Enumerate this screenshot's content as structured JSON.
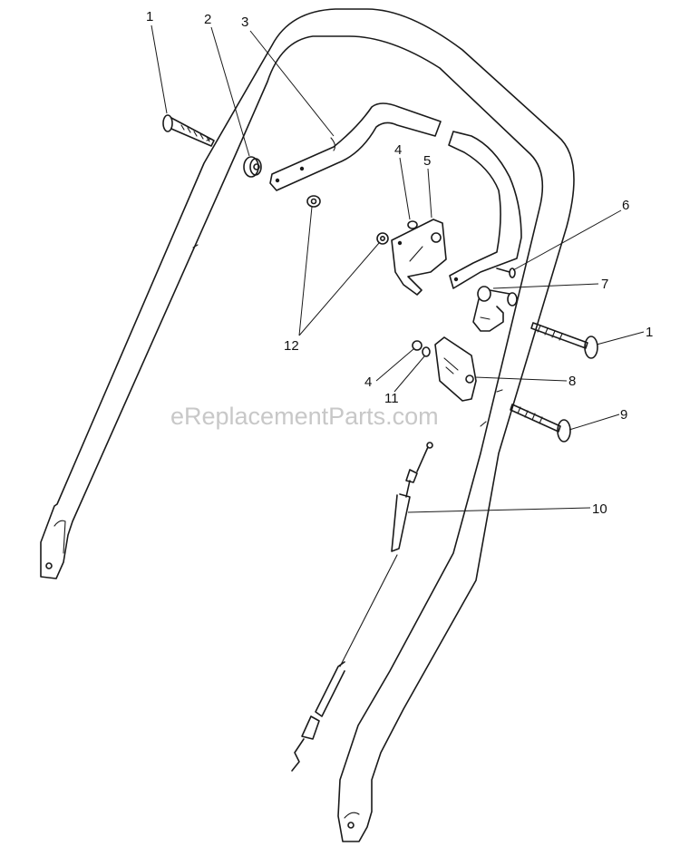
{
  "diagram": {
    "watermark": "eReplacementParts.com",
    "callouts": [
      {
        "id": "c1a",
        "label": "1"
      },
      {
        "id": "c2",
        "label": "2"
      },
      {
        "id": "c3",
        "label": "3"
      },
      {
        "id": "c4a",
        "label": "4"
      },
      {
        "id": "c5",
        "label": "5"
      },
      {
        "id": "c6",
        "label": "6"
      },
      {
        "id": "c7",
        "label": "7"
      },
      {
        "id": "c1b",
        "label": "1"
      },
      {
        "id": "c12",
        "label": "12"
      },
      {
        "id": "c4b",
        "label": "4"
      },
      {
        "id": "c11",
        "label": "11"
      },
      {
        "id": "c8",
        "label": "8"
      },
      {
        "id": "c9",
        "label": "9"
      },
      {
        "id": "c10",
        "label": "10"
      }
    ]
  }
}
